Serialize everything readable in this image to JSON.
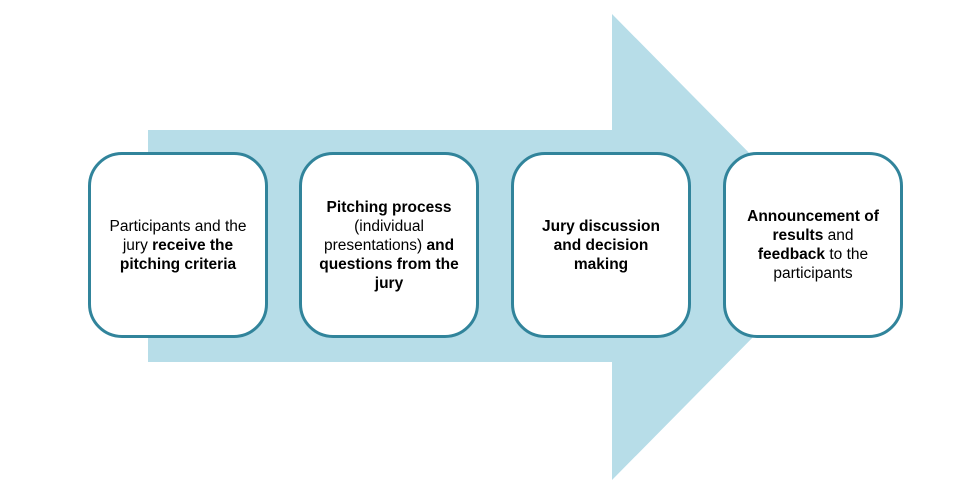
{
  "diagram": {
    "colors": {
      "arrow_fill": "#b7dde8",
      "box_border": "#31849b",
      "box_fill": "#ffffff",
      "text": "#000000"
    },
    "steps": [
      {
        "segments": [
          {
            "text": "Participants and the jury ",
            "bold": false
          },
          {
            "text": "receive the pitching criteria",
            "bold": true
          }
        ]
      },
      {
        "segments": [
          {
            "text": "Pitching process",
            "bold": true
          },
          {
            "text": " (individual presentations) ",
            "bold": false
          },
          {
            "text": "and questions from the jury",
            "bold": true
          }
        ]
      },
      {
        "segments": [
          {
            "text": "Jury discussion and decision making",
            "bold": true
          }
        ]
      },
      {
        "segments": [
          {
            "text": "Announcement of results",
            "bold": true
          },
          {
            "text": " and ",
            "bold": false
          },
          {
            "text": "feedback",
            "bold": true
          },
          {
            "text": " to the participants",
            "bold": false
          }
        ]
      }
    ]
  }
}
